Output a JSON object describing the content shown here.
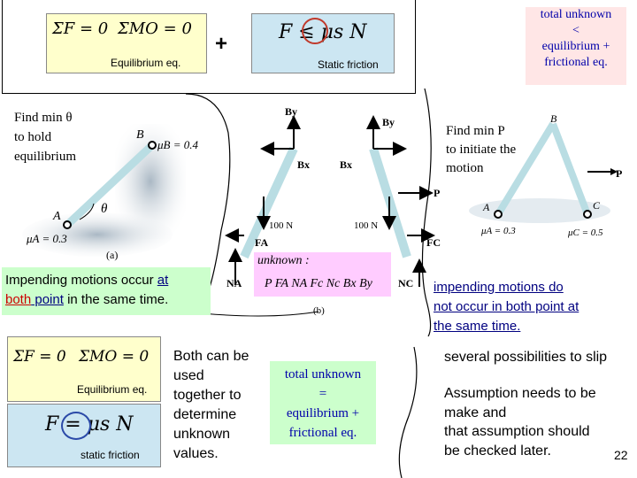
{
  "top": {
    "eq_formula_force": "ΣF = 0",
    "eq_formula_moment": "ΣMO = 0",
    "eq_label": "Equilibrium eq.",
    "plus": "+",
    "fr_formula": "F ≤ μs N",
    "fr_label": "Static friction",
    "unknown_note": [
      "total unknown",
      "<",
      "equilibrium +",
      "frictional eq."
    ]
  },
  "left_problem": {
    "text": [
      "Find min θ",
      "to hold",
      "equilibrium"
    ],
    "label_B": "B",
    "label_muB": "μB = 0.4",
    "label_A": "A",
    "label_muA": "μA = 0.3",
    "label_theta": "θ",
    "caption": "(a)"
  },
  "center_diagram": {
    "By_left": "By",
    "By_right": "By",
    "Bx_left": "Bx",
    "Bx_right": "Bx",
    "P": "P",
    "load_left": "100 N",
    "load_right": "100 N",
    "FA": "FA",
    "FC": "FC",
    "NA": "NA",
    "NC": "NC",
    "unknown_title": "unknown :",
    "unknown_list": "P FA NA Fc Nc Bx By",
    "caption": "(b)"
  },
  "right_problem": {
    "text": [
      "Find min P",
      "to initiate the",
      "motion"
    ],
    "label_B": "B",
    "label_P": "P",
    "label_A": "A",
    "label_C": "C",
    "label_muA": "μA = 0.3",
    "label_muC": "μC = 0.5"
  },
  "impending_same": {
    "line1_a": "Impending motions occur ",
    "line1_b": "at",
    "line2_a": "both",
    "line2_b": " point",
    "line2_c": " in the same time."
  },
  "impending_not": [
    "impending motions do",
    "not occur in both point at",
    "the same time."
  ],
  "bottom_left": {
    "eq_formula_force": "ΣF = 0",
    "eq_formula_moment": "ΣMO = 0",
    "eq_label": "Equilibrium eq.",
    "fr_formula": "F = μs N",
    "fr_label": "static friction"
  },
  "both_text": [
    "Both can be",
    "used",
    "together to",
    "determine",
    "unknown",
    "values."
  ],
  "total_equal": [
    "total unknown",
    "=",
    "equilibrium +",
    "frictional eq."
  ],
  "right_bottom": {
    "several": "several possibilities to slip",
    "assumption": [
      "Assumption needs to be",
      "make  and",
      "that assumption should",
      "be checked later."
    ]
  },
  "page_number": "22",
  "colors": {
    "eq_bg": "#ffffcc",
    "fr_bg": "#cce6f2",
    "green_bg": "#ccffcc",
    "pink_bg": "#ffccff",
    "note_bg": "#ffe6e6",
    "red": "#cc0000",
    "blue": "#000080"
  }
}
